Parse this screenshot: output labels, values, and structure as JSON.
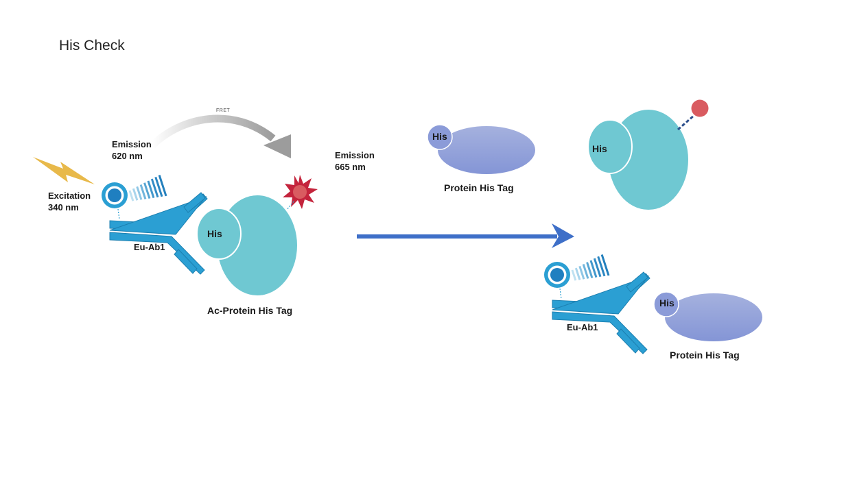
{
  "title": "His Check",
  "colors": {
    "antibody": "#2b9fd3",
    "antibody_dark": "#1c7fb0",
    "protein_large": "#6fc8d2",
    "protein_tag": "#8b9bd8",
    "acceptor": "#c4243c",
    "acceptor_core": "#d95b60",
    "lightning": "#e8b94a",
    "arrow": "#3e6fc8",
    "fret_arrow": "#a9a9a9",
    "dashed_link": "#2c4f8c"
  },
  "left_panel": {
    "excitation": {
      "line1": "Excitation",
      "line2": "340 nm"
    },
    "emission_donor": {
      "line1": "Emission",
      "line2": "620 nm"
    },
    "emission_acceptor": {
      "line1": "Emission",
      "line2": "665 nm"
    },
    "fret_label": "FRET",
    "antibody_label": "Eu-Ab1",
    "his_label": "His",
    "complex_label": "Ac-Protein His Tag",
    "icons": [
      "lightning-icon",
      "europium-donor-icon",
      "emission-wave-icon",
      "fret-arrow-icon",
      "acceptor-star-icon"
    ]
  },
  "right_panel": {
    "free_protein": {
      "his_label": "His",
      "label": "Protein His Tag"
    },
    "acceptor_complex": {
      "his_label": "His"
    },
    "bound_complex": {
      "antibody_label": "Eu-Ab1",
      "his_label": "His",
      "label": "Protein His Tag"
    },
    "icons": [
      "process-arrow-icon",
      "acceptor-dot-icon"
    ]
  }
}
